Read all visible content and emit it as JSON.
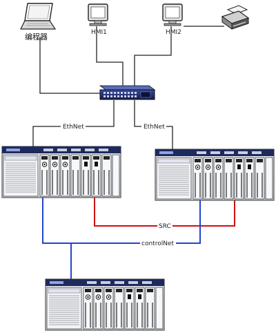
{
  "devices": {
    "laptop_label": "编程器",
    "hmi1_label": "HMI1",
    "hmi2_label": "HMI2"
  },
  "network": {
    "ethnet_left_label": "EthNet",
    "ethnet_right_label": "EthNet",
    "src_label": "SRC",
    "controlnet_label": "controlNet"
  },
  "colors": {
    "ethernet_line": "#222222",
    "src_line": "#cc1111",
    "controlnet_line": "#2244cc",
    "chassis": "#e9edf3",
    "switch_body": "#1c2a6b"
  }
}
